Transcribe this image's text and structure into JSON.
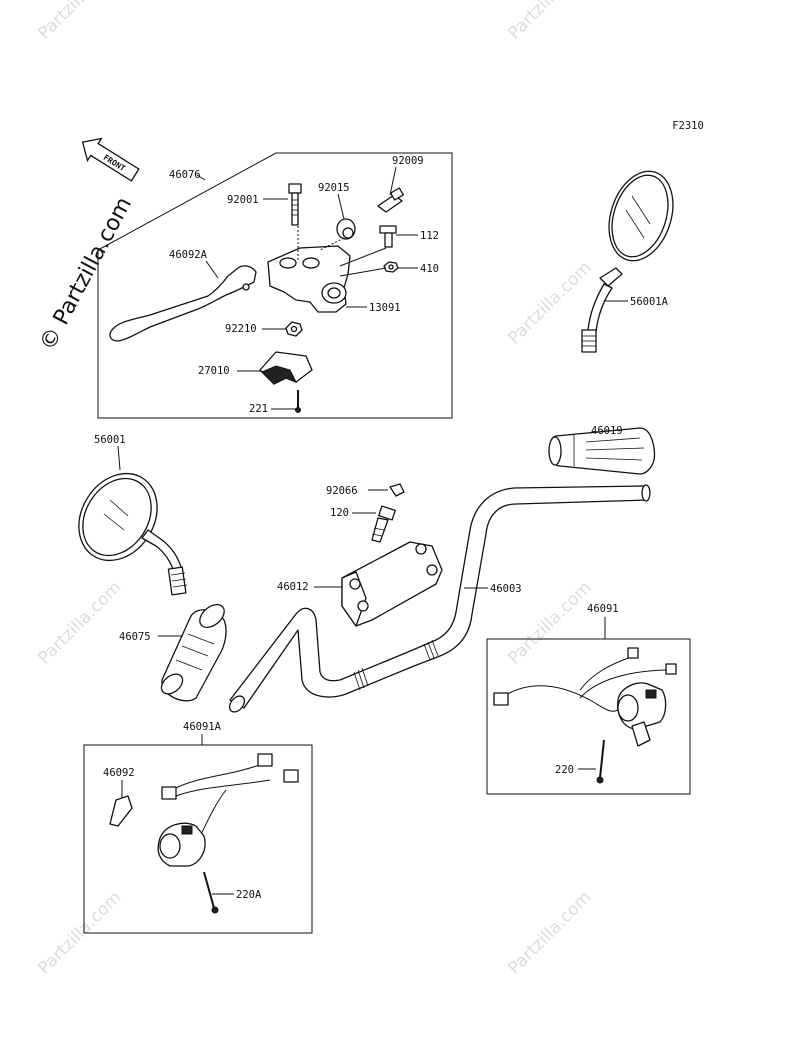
{
  "figure_code": "F2310",
  "front_arrow_label": "FRONT",
  "watermark": {
    "text": "Partzilla.com",
    "main_text": "© Partzilla.com"
  },
  "parts": [
    {
      "id": "46076",
      "label": "46076"
    },
    {
      "id": "92009",
      "label": "92009"
    },
    {
      "id": "92001",
      "label": "92001"
    },
    {
      "id": "92015",
      "label": "92015"
    },
    {
      "id": "112",
      "label": "112"
    },
    {
      "id": "46092A",
      "label": "46092A"
    },
    {
      "id": "410",
      "label": "410"
    },
    {
      "id": "13091",
      "label": "13091"
    },
    {
      "id": "92210",
      "label": "92210"
    },
    {
      "id": "27010",
      "label": "27010"
    },
    {
      "id": "221",
      "label": "221"
    },
    {
      "id": "56001A",
      "label": "56001A"
    },
    {
      "id": "46019",
      "label": "46019"
    },
    {
      "id": "56001",
      "label": "56001"
    },
    {
      "id": "92066",
      "label": "92066"
    },
    {
      "id": "120",
      "label": "120"
    },
    {
      "id": "46012",
      "label": "46012"
    },
    {
      "id": "46003",
      "label": "46003"
    },
    {
      "id": "46075",
      "label": "46075"
    },
    {
      "id": "46091",
      "label": "46091"
    },
    {
      "id": "220",
      "label": "220"
    },
    {
      "id": "46091A",
      "label": "46091A"
    },
    {
      "id": "46092",
      "label": "46092"
    },
    {
      "id": "220A",
      "label": "220A"
    }
  ]
}
